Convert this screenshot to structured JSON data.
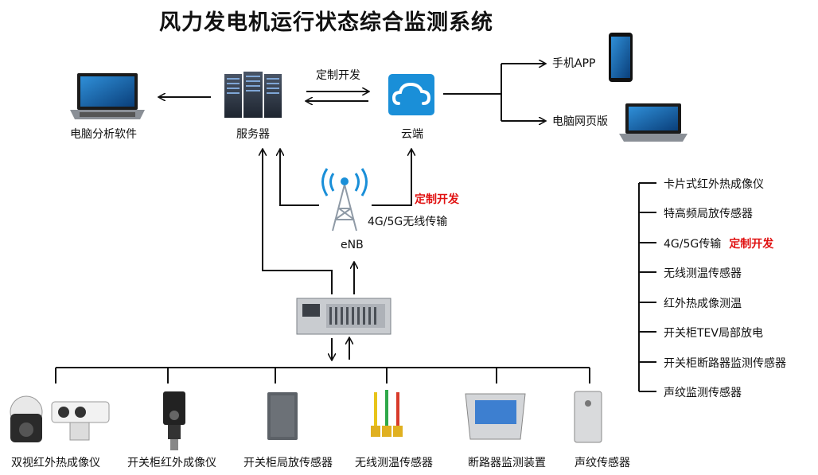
{
  "title": "风力发电机运行状态综合监测系统",
  "nodes": {
    "pc_software": "电脑分析软件",
    "server": "服务器",
    "cloud": "云端",
    "custom_dev_top": "定制开发",
    "mobile_app": "手机APP",
    "web_version": "电脑网页版",
    "custom_dev_wireless": "定制开发",
    "wireless": "4G/5G无线传输",
    "enb": "eNB"
  },
  "devices": [
    "双视红外热成像仪",
    "开关柜红外成像仪",
    "开关柜局放传感器",
    "无线测温传感器",
    "断路器监测装置",
    "声纹传感器"
  ],
  "side_list": [
    {
      "label": "卡片式红外热成像仪",
      "tag": ""
    },
    {
      "label": "特高频局放传感器",
      "tag": ""
    },
    {
      "label": "4G/5G传输",
      "tag": "定制开发"
    },
    {
      "label": "无线测温传感器",
      "tag": ""
    },
    {
      "label": "红外热成像测温",
      "tag": ""
    },
    {
      "label": "开关柜TEV局部放电",
      "tag": ""
    },
    {
      "label": "开关柜断路器监测传感器",
      "tag": ""
    },
    {
      "label": "声纹监测传感器",
      "tag": ""
    }
  ],
  "colors": {
    "accent_red": "#e01010",
    "cloud_blue": "#1a8fd8",
    "line": "#111111"
  }
}
